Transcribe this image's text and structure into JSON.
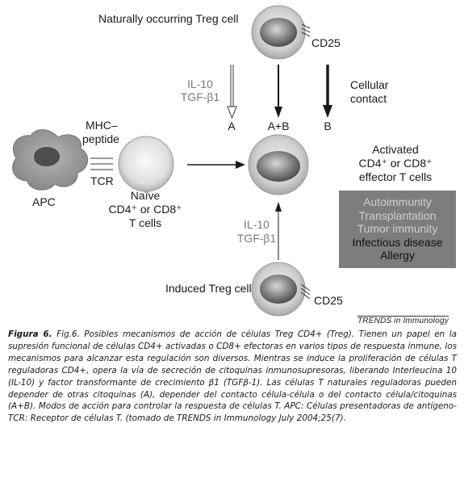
{
  "labels": {
    "naturally_treg": "Naturally occurring Treg cell",
    "cd25_top": "CD25",
    "il10_top": "IL-10",
    "tgf_top": "TGF-β1",
    "cellular": "Cellular",
    "contact": "contact",
    "path_a": "A",
    "path_ab": "A+B",
    "path_b": "B",
    "mhc": "MHC–",
    "peptide": "peptide",
    "tcr": "TCR",
    "apc": "APC",
    "naive_1": "Naïve",
    "naive_2": "CD4⁺ or CD8⁺",
    "naive_3": "T cells",
    "activated_1": "Activated",
    "activated_2": "CD4⁺ or CD8⁺",
    "activated_3": "effector T cells",
    "il10_bottom": "IL-10",
    "tgf_bottom": "TGF-β1",
    "induced_treg": "Induced Treg cell",
    "cd25_bottom": "CD25",
    "trends": "TRENDS in Immunology"
  },
  "conditions": {
    "autoimmunity": "Autoimmunity",
    "transplantation": "Transplantation",
    "tumor": "Tumor immunity",
    "infectious": "Infectious disease",
    "allergy": "Allergy"
  },
  "caption": {
    "figure_label": "Figura 6.",
    "text": " Fig.6. Posibles mecanismos de acción de células Treg CD4+ (Treg). Tienen un papel en la supresión funcional de células CD4+ activadas o CD8+ efectoras en varios tipos de respuesta inmune, los mecanismos para alcanzar esta regulación son diversos. Mientras se induce la proliferación de células T reguladoras CD4+, opera la vía de secreción de citoquinas inmunosupresoras, liberando Interleucina 10 (IL-10) y factor transformante de crecimiento β1 (TGFβ-1). Las células T naturales reguladoras pueden depender de otras citoquinas (A), depender del contacto célula-célula o del contacto célula/citoquinas (A+B). Modos de acción para controlar la respuesta de células T. APC: Células presentadoras de antígeno- TCR: Receptor de células T. (tomado de TRENDS in Immunology July 2004;25(7)."
  },
  "colors": {
    "cell_outer": "#d0d0d0",
    "cell_core": "#6a6a6a",
    "box_bg": "#7d7d7d",
    "box_light_text": "#cfcfcf",
    "box_dark_text": "#111111",
    "label_grey": "#7a7a7a"
  }
}
